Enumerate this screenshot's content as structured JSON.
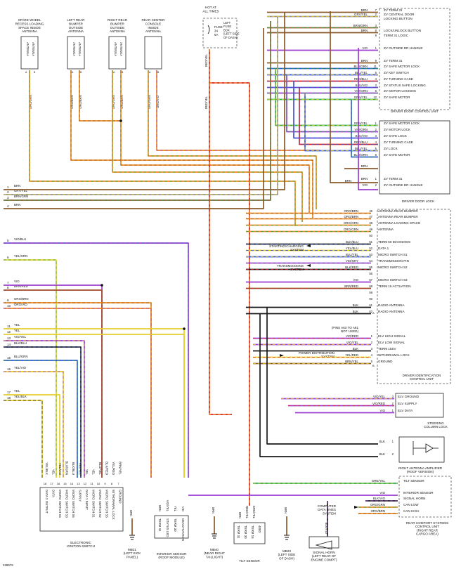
{
  "diagram_id": "328979",
  "colors": {
    "BRN": "#8b5a2b",
    "GRY": "#909090",
    "YEL": "#e6cf2a",
    "GRN": "#2aa84a",
    "BLU": "#3256d8",
    "VIO": "#9b3bd0",
    "RED": "#e02020",
    "ORG": "#f08a1a",
    "BLK": "#1a1a1a",
    "WHT": "#c8c8c8"
  },
  "antennas": {
    "spare": {
      "label": [
        "SPARE WHEEL",
        "RECESS LOADING",
        "SPACE INSIDE",
        "ANTENNA"
      ],
      "inner": [
        "ANTENNA",
        "ANTENNA"
      ],
      "wires": [
        "ORG/GRN"
      ]
    },
    "left_rear": {
      "label": [
        "LEFT REAR",
        "BUMPER",
        "OUTSIDE",
        "ANTENNA"
      ],
      "inner": [
        "ANTENNA",
        "ANTENNA"
      ],
      "wires": [
        "ORG/BRN",
        "ORG/BRN"
      ]
    },
    "right_rear": {
      "label": [
        "RIGHT REAR",
        "BUMPER",
        "OUTSIDE",
        "ANTENNA"
      ],
      "inner": [
        "ANTENNA",
        "ANTENNA"
      ],
      "wires": [
        "ORG/GRN",
        "ORG/BRN"
      ]
    },
    "rear_center": {
      "label": [
        "REAR CENTER",
        "CONSOLE",
        "INSIDE",
        "ANTENNA"
      ],
      "inner": [],
      "wires": [
        "ORG/GRN",
        "ORG/VIO"
      ]
    }
  },
  "fuse": {
    "header": [
      "HOT AT",
      "ALL TIMES"
    ],
    "name": [
      "FUSE",
      "34",
      "5A"
    ],
    "box": [
      "LEFT",
      "FUSE",
      "BOX",
      "(LEFT SIDE",
      "OF DASH)"
    ],
    "wire": "RED/YEL"
  },
  "door_control_unit": {
    "title": "DRIVER DOOR CONTROL UNIT",
    "pins": [
      {
        "wire": "BRN",
        "num": "7",
        "label": "ZV TERM 31"
      },
      {
        "wire": "GRY/YEL",
        "num": "2",
        "label": "ZV CENTRAL DOOR"
      },
      {
        "wire": "",
        "num": "",
        "label": "LOCKING BUTTON"
      },
      {
        "wire": "BRN/GRN",
        "num": "3",
        "label": ""
      },
      {
        "wire": "BRN",
        "num": "8",
        "label": "LOCK/UNLOCK BUTTON"
      },
      {
        "wire": "",
        "num": "9",
        "label": "TERM 31 LOGIC"
      },
      {
        "wire": "VIO",
        "num": "1",
        "label": "ZV OUTSIDE DR HANDLE"
      },
      {
        "wire": "BRN",
        "num": "9",
        "label": "ZV TERM 31"
      },
      {
        "wire": "BLU/GRN",
        "num": "11",
        "label": "ZV SAFE MOTOR LOCK"
      },
      {
        "wire": "BLU/YEL",
        "num": "5",
        "label": "ZV KEY SWITCH"
      },
      {
        "wire": "RED/BLU",
        "num": "4",
        "label": "ZV TURNING CASE"
      },
      {
        "wire": "BLU/VIO",
        "num": "3",
        "label": "ZV STATUS SAFE LOCKING"
      },
      {
        "wire": "VIO/GRN",
        "num": "6",
        "label": "ZV MOTOR LOCKING"
      },
      {
        "wire": "GRN/YEL",
        "num": "12",
        "label": "ZV SAFE MOTOR"
      }
    ]
  },
  "door_lock": {
    "title": "DRIVER DOOR LOCK",
    "pins": [
      {
        "wire": "GRN/YEL",
        "num": "1",
        "label": "ZV SAFE MOTOR LOCK"
      },
      {
        "wire": "VIO/GRN",
        "num": "2",
        "label": "ZV MOTOR LOCK"
      },
      {
        "wire": "BLU/VIO",
        "num": "3",
        "label": "ZV SAFE LOCK"
      },
      {
        "wire": "RED/BLU",
        "num": "4",
        "label": "ZV TURNING CASE"
      },
      {
        "wire": "BLU/YEL",
        "num": "5",
        "label": "ZV LOCK"
      },
      {
        "wire": "BLU/GRN",
        "num": "6",
        "label": "ZV SAFE MOTOR"
      },
      {
        "wire": "BRN",
        "num": "",
        "label": ""
      },
      {
        "wire": "BRN",
        "num": "1",
        "label": "ZV TERM 31"
      },
      {
        "wire": "VIO",
        "num": "2",
        "label": "ZV OUTSIDE DR HANDLE"
      }
    ],
    "left_wire": "BRN"
  },
  "left_wires": [
    {
      "num": "1",
      "label": "BRN"
    },
    {
      "num": "2",
      "label": "GRY/YEL"
    },
    {
      "num": "3",
      "label": "BRN/GRN"
    },
    {
      "num": "4",
      "label": "BRN"
    },
    {
      "num": "5",
      "label": "VIO/BLU"
    },
    {
      "num": "6",
      "label": "YEL/GRN"
    },
    {
      "num": "7",
      "label": "VIO"
    },
    {
      "num": "8",
      "label": "BRN/RED"
    },
    {
      "num": "9",
      "label": "ORG/BRN"
    },
    {
      "num": "10",
      "label": "ORG/VIO"
    },
    {
      "num": "11",
      "label": "YEL"
    },
    {
      "num": "12",
      "label": "YEL"
    },
    {
      "num": "13",
      "label": "VIO/YEL"
    },
    {
      "num": "14",
      "label": "BLK/BLU"
    },
    {
      "num": "15",
      "label": "BLU/GRN"
    },
    {
      "num": "16",
      "label": "YEL/VIO"
    },
    {
      "num": "17",
      "label": "YEL"
    },
    {
      "num": "18",
      "label": "YEL/BLK"
    }
  ],
  "id_unit": {
    "title": [
      "DRIVER IDENTIFICATION",
      "CONTROL UNIT"
    ],
    "pins": [
      {
        "wire": "ORG/BRN",
        "num": "46",
        "label": "ANTENNA REAR BUMPER"
      },
      {
        "wire": "ORG/BRN",
        "num": "47",
        "label": "ANTENNA REAR BUMPER"
      },
      {
        "wire": "ORG/GRN",
        "num": "48",
        "label": "ANTENNA LOADING SPACE"
      },
      {
        "wire": "ORG/GRN",
        "num": "49",
        "label": "ANTENNA"
      },
      {
        "wire": "",
        "num": "50",
        "label": ""
      },
      {
        "wire": "BLK/BLU",
        "num": "51",
        "label": "TERM 50 DIAGNOSIS"
      },
      {
        "wire": "YEL/BLU",
        "num": "52",
        "label": "DATA 1"
      },
      {
        "wire": "BLU/YEL",
        "num": "53",
        "label": "MICRO SWITCH S1"
      },
      {
        "wire": "VIO/GRY",
        "num": "54",
        "label": "TRANSMISSION PIN"
      },
      {
        "wire": "BLK/RED",
        "num": "55",
        "label": "MICRO SWITCH S2"
      },
      {
        "wire": "",
        "num": "56",
        "label": ""
      },
      {
        "wire": "VIO",
        "num": "57",
        "label": "MICRO SWITCH S3"
      },
      {
        "wire": "BRN/RED",
        "num": "58",
        "label": "TERM 15 ACTUATION"
      },
      {
        "wire": "",
        "num": "59",
        "label": ""
      },
      {
        "wire": "",
        "num": "60",
        "label": ""
      },
      {
        "wire": "BLK",
        "num": "61",
        "label": "RADIO ANTENNA"
      },
      {
        "wire": "BLK",
        "num": "62",
        "label": "RADIO ANTENNA"
      }
    ],
    "notes": {
      "starting": [
        "STARTING/CHARGING",
        "SYSTEM"
      ],
      "trans": [
        "TRANSMISSIONS",
        "SYSTEM"
      ],
      "unused": [
        "(PINS A63 TO A81",
        "NOT USED)"
      ],
      "power": [
        "POWER DISTRIBUTION",
        "SYSTEM"
      ]
    },
    "pins_b": [
      {
        "wire": "VIO/RED",
        "num": "1",
        "label": "ELV HIGH SIGNAL"
      },
      {
        "wire": "VIO/YEL",
        "num": "2",
        "label": "ELV LOW SIGNAL"
      },
      {
        "wire": "BLK",
        "num": "3",
        "label": "TERM 15SV"
      },
      {
        "wire": "YEL/RED",
        "num": "4",
        "label": "WITHDRAWAL LOCK"
      },
      {
        "wire": "BRN/YEL",
        "num": "5",
        "label": "GROUND"
      }
    ]
  },
  "column_lock": {
    "title": [
      "STEERING",
      "COLUMN LOCK"
    ],
    "pins": [
      {
        "wire": "VIO/YEL",
        "num": "3",
        "label": "ELV GROUND"
      },
      {
        "wire": "VIO/RED",
        "num": "2",
        "label": "ELV SUPPLY"
      },
      {
        "wire": "VIO",
        "num": "1",
        "label": "ELV DATA"
      }
    ]
  },
  "amplifier": {
    "title": [
      "RIGHT ANTENNA AMPLIFIER",
      "(ROOF VERSION)"
    ],
    "wires": [
      {
        "wire": "BLK",
        "num": "1"
      },
      {
        "wire": "BLK",
        "num": "2"
      }
    ]
  },
  "comfort_unit": {
    "title": [
      "REAR COMFORT SYSTEMS",
      "CONTROL UNIT",
      "(RIGHT REAR",
      "CARGO AREA)"
    ],
    "pins": [
      {
        "wire": "GRN/YEL",
        "num": "",
        "label": "TILT SENSOR"
      },
      {
        "wire": "VIO",
        "num": "",
        "label": "INTERIOR SENSOR"
      },
      {
        "wire": "BLK/VIO",
        "num": "",
        "label": "SIGNAL HORN"
      },
      {
        "wire": "ORG/GRN",
        "num": "",
        "label": "CAN LOW"
      },
      {
        "wire": "ORG/BRN",
        "num": "",
        "label": "CAN HIGH"
      }
    ],
    "computer": [
      "COMPUTER",
      "DATA LINES",
      "SYSTEM"
    ]
  },
  "ignition": {
    "title": [
      "ELECTRONIC",
      "IGNITION SWITCH"
    ],
    "pins": [
      {
        "wire": "YEL/BLK",
        "num": "18",
        "label": "DATA 2 OUTPUT"
      },
      {
        "wire": "YEL",
        "num": "17",
        "label": "DATA"
      },
      {
        "wire": "YEL/VIO",
        "num": "16",
        "label": "MICRO SWITCH S4"
      },
      {
        "wire": "BLU/GRN",
        "num": "15",
        "label": "MICRO SWITCH S3"
      },
      {
        "wire": "BLK/BLU",
        "num": "14",
        "label": "MICRO SWITCH S6"
      },
      {
        "wire": "VIO/YEL",
        "num": "13",
        "label": "SUPPLY"
      },
      {
        "wire": "YEL",
        "num": "12",
        "label": "DATA 1 INPUT"
      },
      {
        "wire": "YEL",
        "num": "11",
        "label": "MICRO SWITCH S1"
      },
      {
        "wire": "BLU/YEL",
        "num": "10",
        "label": "MICRO SWITCH S2"
      },
      {
        "wire": "BLK/RED",
        "num": "9",
        "label": "MICRO SWITCH S5"
      },
      {
        "wire": "YEL/RED",
        "num": "8",
        "label": "WITHDRAWAL LOCK"
      },
      {
        "wire": "BRN/YEL",
        "num": "7",
        "label": "GROUND"
      }
    ]
  },
  "bottom": {
    "mb21": [
      "MB21",
      "(LEFT KICK",
      "PANEL)"
    ],
    "interior": {
      "title": [
        "INTERIOR SENSOR",
        "(ROOF MODULE)"
      ],
      "pins": [
        "TERM 31",
        "STATUS LED",
        "TERM 30",
        "DEACTIVATION"
      ],
      "wires": [
        "BRN",
        "VIO/YEL",
        "YEL",
        "VIO"
      ]
    },
    "mb40": [
      "MB40",
      "(NEAR RIGHT",
      "TAILLIGHT)"
    ],
    "tilt": {
      "title": "TILT SENSOR",
      "pins": [
        "TERM 31",
        "TERM 30",
        "TERM 15",
        "400D"
      ],
      "wires": [
        "BRN",
        "RED/YEL",
        "GRN/YEL"
      ]
    },
    "mb23": [
      "MB23",
      "(LEFT SIDE",
      "OF DASH)"
    ],
    "horn": {
      "title": [
        "SIGNAL HORN",
        "(LEFT REAR OF",
        "ENGINE COMPT)"
      ],
      "wire": "BLK/VIO"
    }
  }
}
